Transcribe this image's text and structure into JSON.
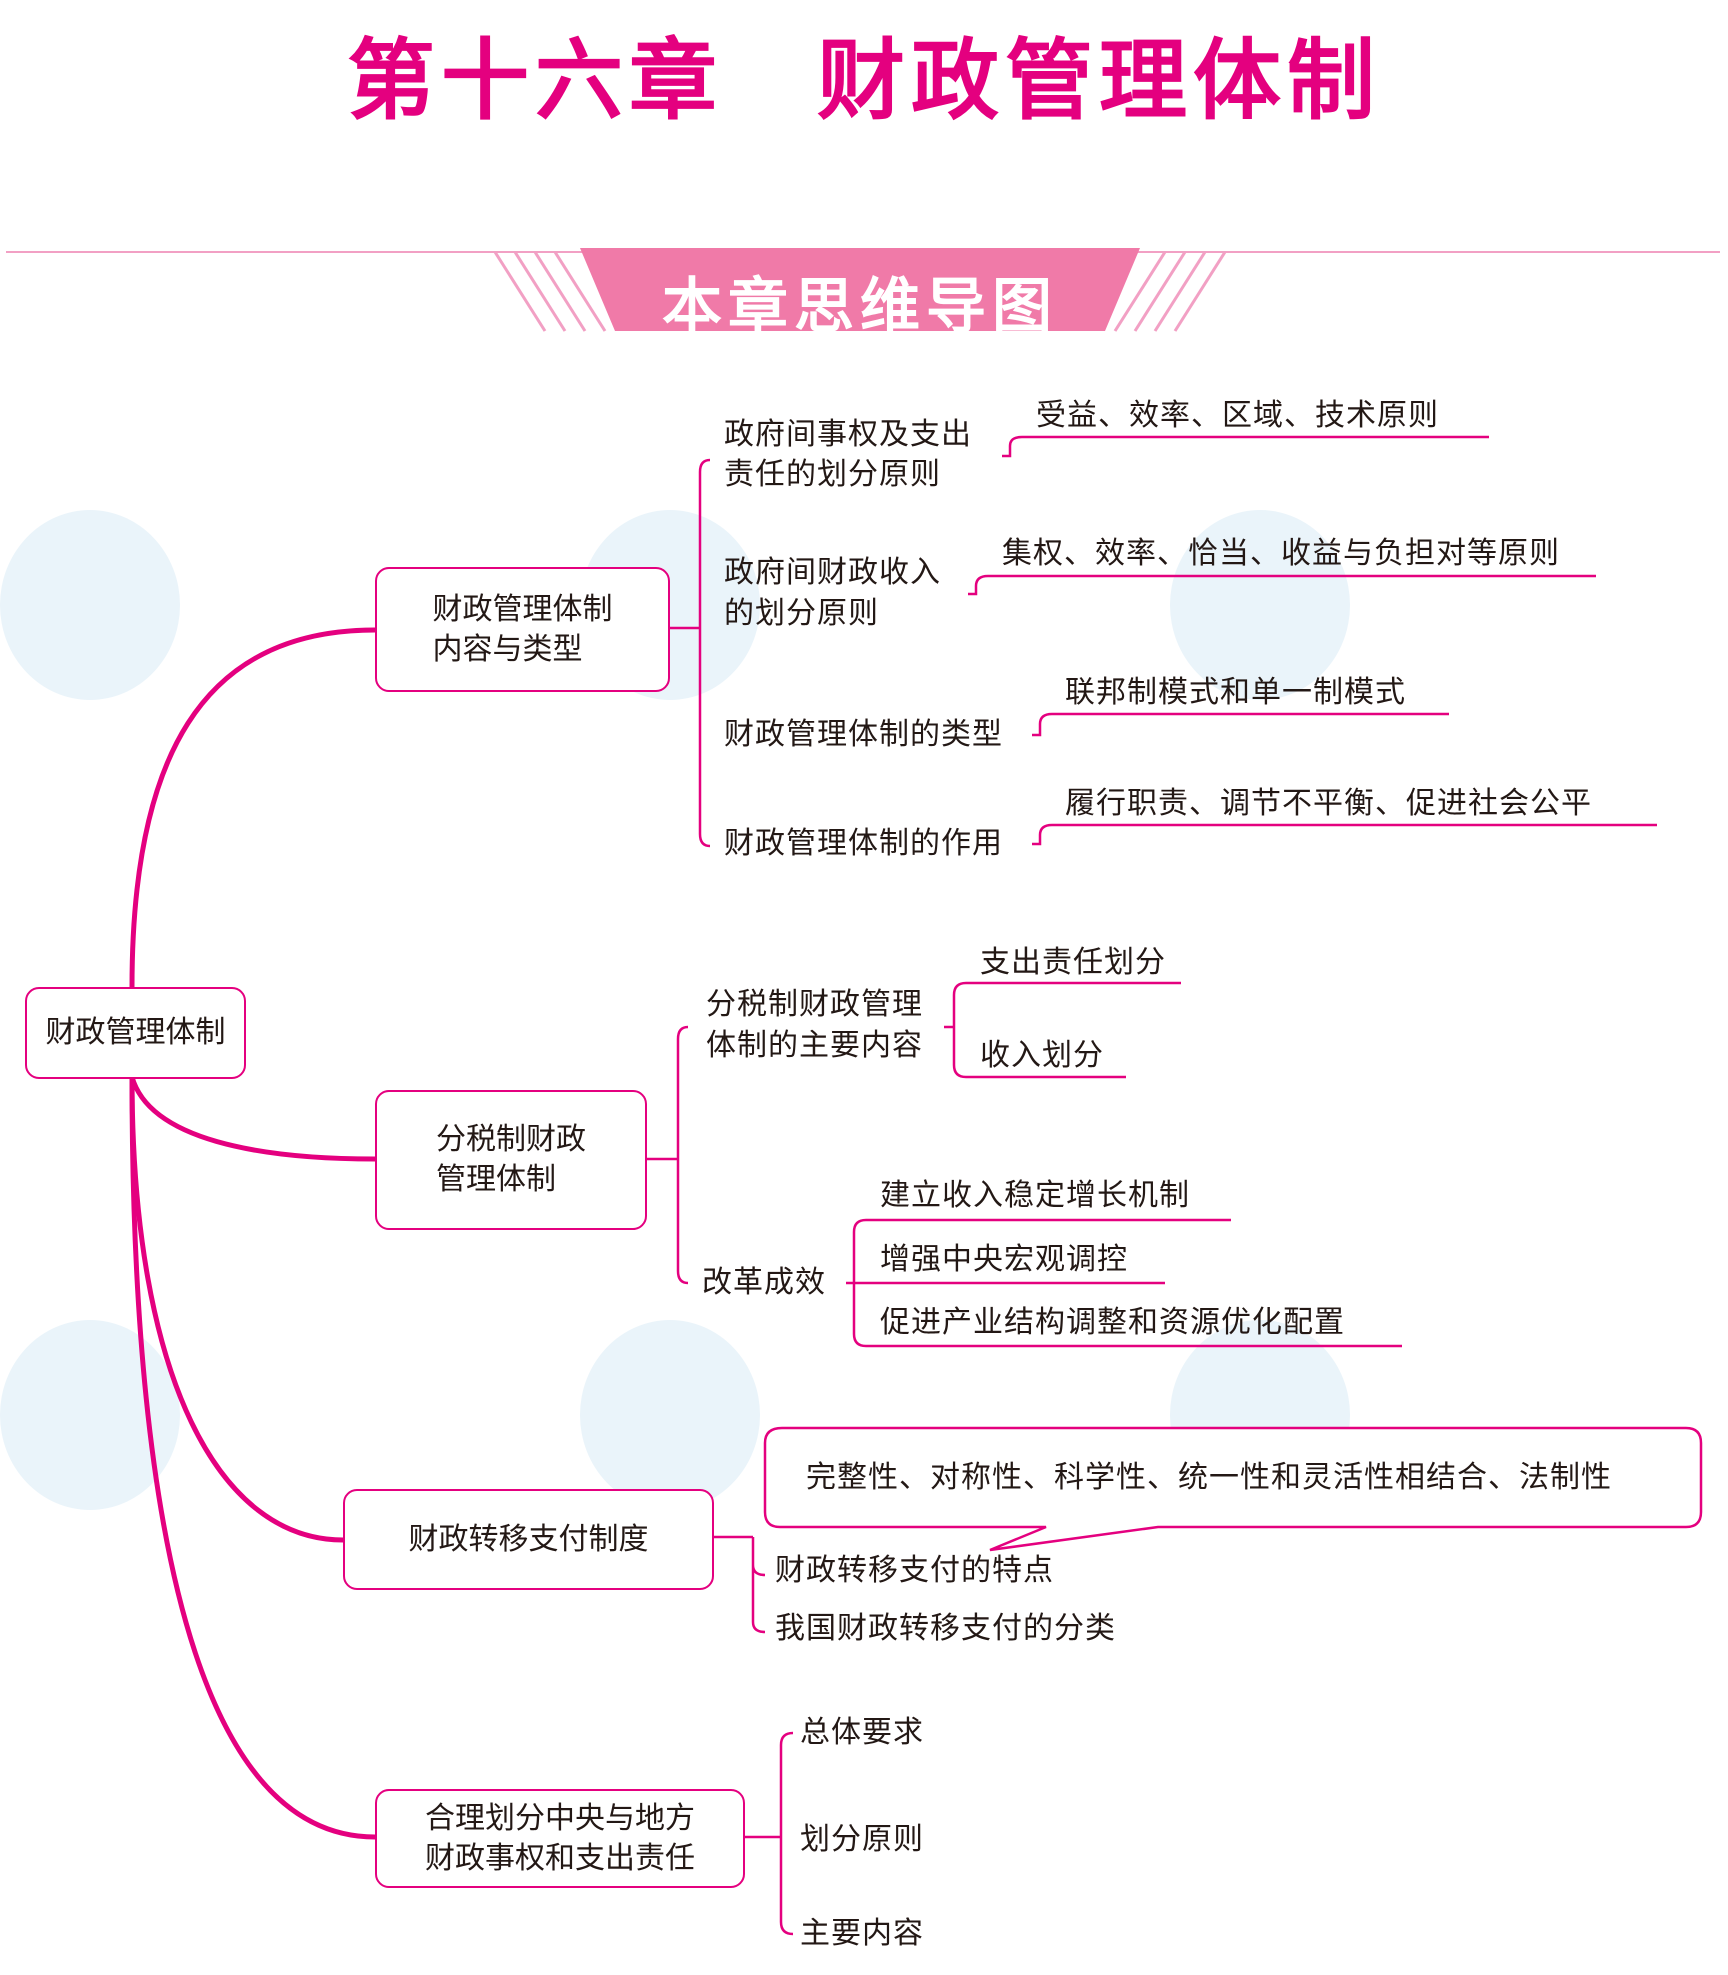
{
  "title": "第十六章　财政管理体制",
  "banner": "本章思维导图",
  "colors": {
    "accent": "#e4007f",
    "banner": "#f07aa8"
  },
  "root": "财政管理体制",
  "branches": [
    {
      "label": "财政管理体制内容与类型",
      "label_lines": [
        "财政管理体制",
        "内容与类型"
      ],
      "children": [
        {
          "lines": [
            "政府间事权及支出",
            "责任的划分原则"
          ],
          "leaf": "受益、效率、区域、技术原则"
        },
        {
          "lines": [
            "政府间财政收入",
            "的划分原则"
          ],
          "leaf": "集权、效率、恰当、收益与负担对等原则"
        },
        {
          "lines": [
            "财政管理体制的类型"
          ],
          "leaf": "联邦制模式和单一制模式"
        },
        {
          "lines": [
            "财政管理体制的作用"
          ],
          "leaf": "履行职责、调节不平衡、促进社会公平"
        }
      ]
    },
    {
      "label_lines": [
        "分税制财政",
        "管理体制"
      ],
      "children": [
        {
          "lines": [
            "分税制财政管理",
            "体制的主要内容"
          ],
          "leaves": [
            "支出责任划分",
            "收入划分"
          ]
        },
        {
          "lines": [
            "改革成效"
          ],
          "leaves": [
            "建立收入稳定增长机制",
            "增强中央宏观调控",
            "促进产业结构调整和资源优化配置"
          ]
        }
      ]
    },
    {
      "label_lines": [
        "财政转移支付制度"
      ],
      "callout": "完整性、对称性、科学性、统一性和灵活性相结合、法制性",
      "children": [
        {
          "lines": [
            "财政转移支付的特点"
          ]
        },
        {
          "lines": [
            "我国财政转移支付的分类"
          ]
        }
      ]
    },
    {
      "label_lines": [
        "合理划分中央与地方",
        "财政事权和支出责任"
      ],
      "children": [
        {
          "lines": [
            "总体要求"
          ]
        },
        {
          "lines": [
            "划分原则"
          ]
        },
        {
          "lines": [
            "主要内容"
          ]
        }
      ]
    }
  ]
}
